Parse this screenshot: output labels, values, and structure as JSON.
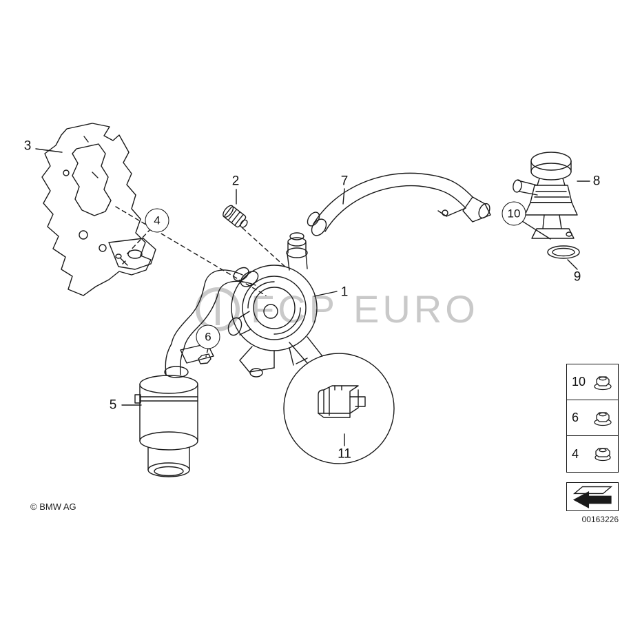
{
  "watermark": {
    "fcp": "FCP",
    "euro": "EURO",
    "logo_icon": "fcp-euro-circle-logo-icon"
  },
  "callouts": {
    "p1": "1",
    "p2": "2",
    "p3": "3",
    "p4": "4",
    "p5": "5",
    "p6": "6",
    "p7": "7",
    "p8": "8",
    "p9": "9",
    "p10": "10",
    "p11": "11"
  },
  "legend": {
    "rows": [
      {
        "label": "10",
        "icon": "flange-nut-icon"
      },
      {
        "label": "6",
        "icon": "flange-nut-icon"
      },
      {
        "label": "4",
        "icon": "hex-nut-icon"
      }
    ]
  },
  "arrow_icon": "direction-arrow-icon",
  "footer": {
    "copyright": "© BMW AG",
    "diagram_number": "00163226"
  }
}
